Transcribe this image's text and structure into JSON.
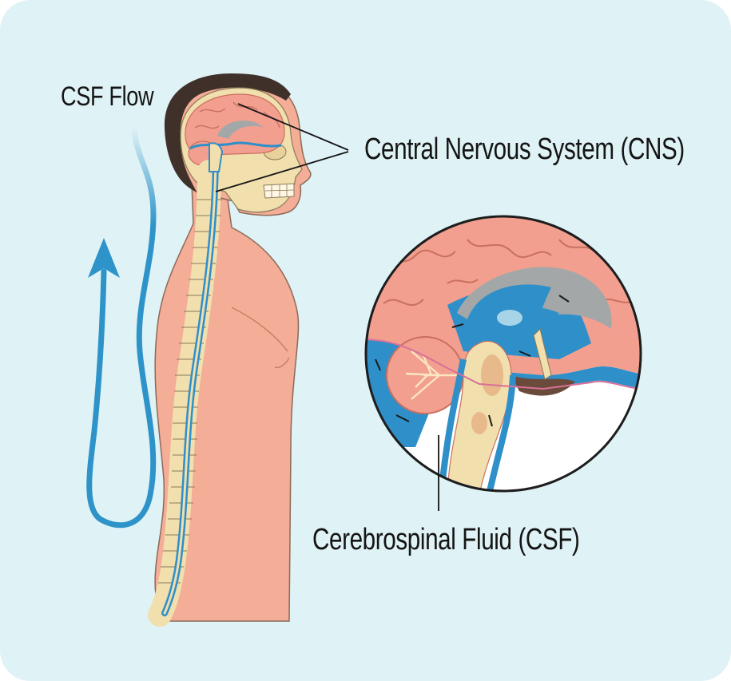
{
  "labels": {
    "csf_flow": "CSF Flow",
    "cns": "Central Nervous System (CNS)",
    "csf": "Cerebrospinal Fluid (CSF)"
  },
  "colors": {
    "background": "#dff2f5",
    "skin": "#f4ad96",
    "skin_outline": "#8a6a5a",
    "hair": "#3f302a",
    "brain": "#f29f8f",
    "brain_fold": "#c9705f",
    "csf_blue": "#2f8fc9",
    "bone": "#f1dfae",
    "arrow_blue": "#2d93c8",
    "ventricle_gray": "#a4a7a8"
  },
  "icons": {
    "flow_arrow": "flow-arrow-icon",
    "body": "human-body-illustration",
    "inset": "brain-cross-section-inset"
  }
}
